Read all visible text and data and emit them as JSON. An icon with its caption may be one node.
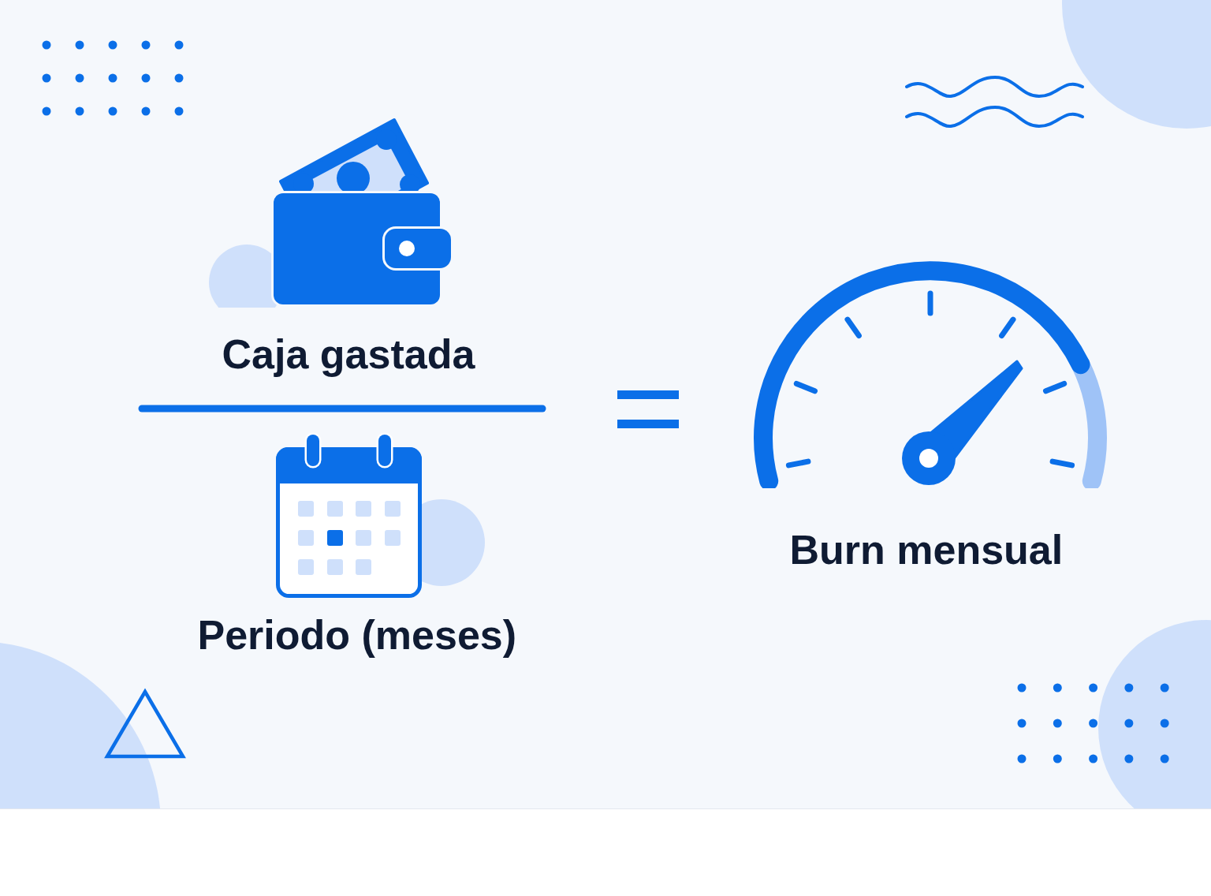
{
  "diagram": {
    "labels": [
      "Caja gastada",
      "Periodo (meses)",
      "Burn mensual"
    ]
  }
}
